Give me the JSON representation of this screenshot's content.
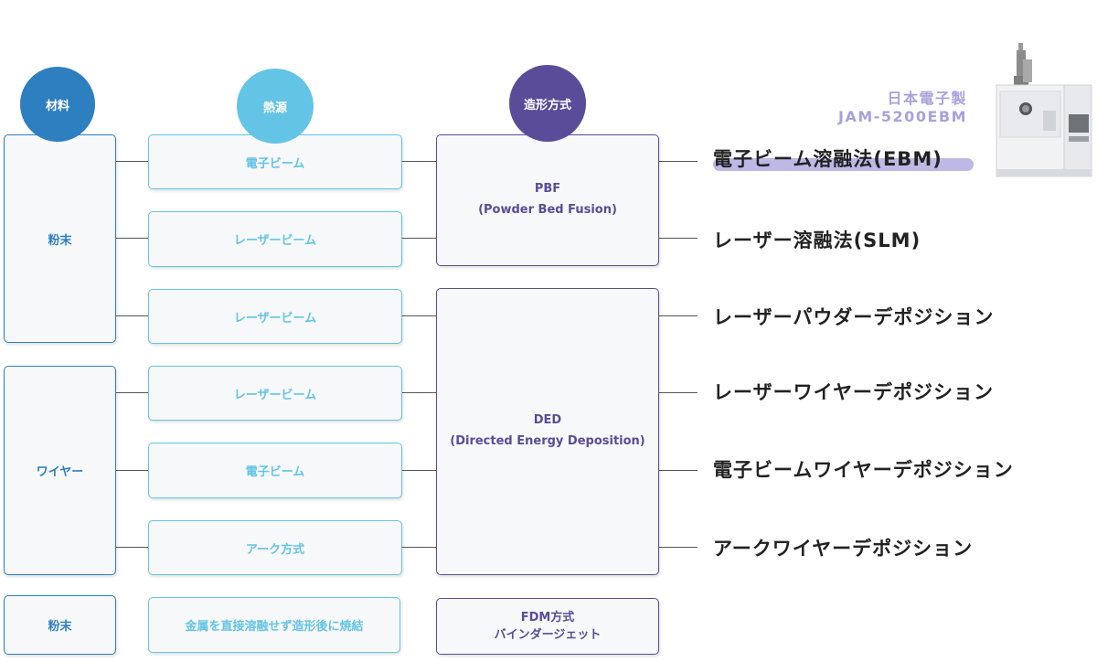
{
  "headers": {
    "material": "材料",
    "heat_source": "熱源",
    "method": "造形方式"
  },
  "materials": [
    "粉末",
    "ワイヤー",
    "粉末"
  ],
  "heat_sources": [
    "電子ビーム",
    "レーザービーム",
    "レーザービーム",
    "レーザービーム",
    "電子ビーム",
    "アーク方式",
    "金属を直接溶融せず造形後に焼結"
  ],
  "methods": {
    "pbf_line1": "PBF",
    "pbf_line2": "(Powder Bed Fusion)",
    "ded_line1": "DED",
    "ded_line2": "(Directed Energy Deposition)",
    "fdm_line1": "FDM方式",
    "fdm_line2": "バインダージェット"
  },
  "results": [
    "電子ビーム溶融法(EBM)",
    "レーザー溶融法(SLM)",
    "レーザーパウダーデポジション",
    "レーザーワイヤーデポジション",
    "電子ビームワイヤーデポジション",
    "アークワイヤーデポジション"
  ],
  "machine_caption": {
    "maker": "日本電子製",
    "model": "JAM-5200EBM"
  },
  "icons": [
    "electron-beam-melting-machine-icon"
  ],
  "colors": {
    "material": "#2e7fc0",
    "heat_source": "#63c4e6",
    "method": "#5a4c98",
    "highlight": "#bdb8e6",
    "caption": "#a7a2dc"
  }
}
